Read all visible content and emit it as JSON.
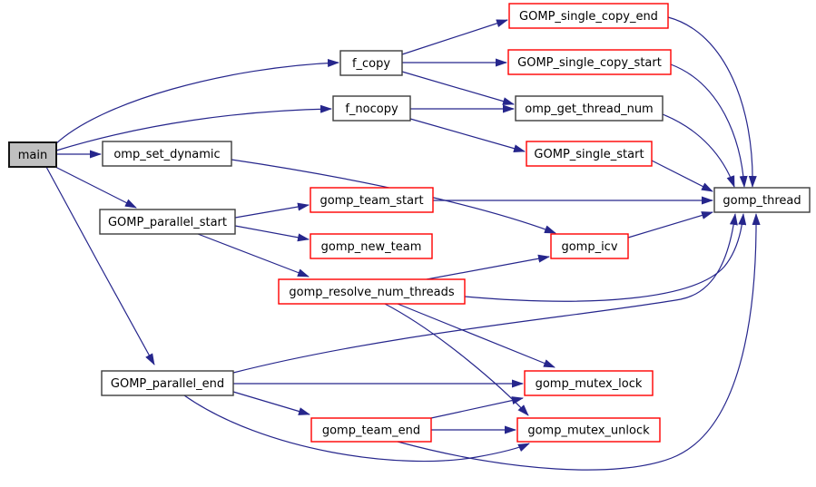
{
  "diagram": {
    "kind": "doxygen-call-graph",
    "colors": {
      "background": "#ffffff",
      "edge": "#26268c",
      "node_border": "#3c3c3c",
      "red_node_border": "#ff0000",
      "node_fill": "#ffffff",
      "main_node_fill": "#c0c0c0",
      "main_node_border": "#151515",
      "text": "#000000"
    },
    "nodes": [
      {
        "id": "main",
        "label": "main",
        "style": "highlight"
      },
      {
        "id": "f_copy",
        "label": "f_copy",
        "style": "normal"
      },
      {
        "id": "f_nocopy",
        "label": "f_nocopy",
        "style": "normal"
      },
      {
        "id": "omp_set_dynamic",
        "label": "omp_set_dynamic",
        "style": "normal"
      },
      {
        "id": "GOMP_parallel_start",
        "label": "GOMP_parallel_start",
        "style": "normal"
      },
      {
        "id": "GOMP_parallel_end",
        "label": "GOMP_parallel_end",
        "style": "normal"
      },
      {
        "id": "GOMP_single_copy_end",
        "label": "GOMP_single_copy_end",
        "style": "red"
      },
      {
        "id": "GOMP_single_copy_start",
        "label": "GOMP_single_copy_start",
        "style": "red"
      },
      {
        "id": "omp_get_thread_num",
        "label": "omp_get_thread_num",
        "style": "normal"
      },
      {
        "id": "GOMP_single_start",
        "label": "GOMP_single_start",
        "style": "red"
      },
      {
        "id": "gomp_team_start",
        "label": "gomp_team_start",
        "style": "red"
      },
      {
        "id": "gomp_new_team",
        "label": "gomp_new_team",
        "style": "red"
      },
      {
        "id": "gomp_resolve_num_threads",
        "label": "gomp_resolve_num_threads",
        "style": "red"
      },
      {
        "id": "gomp_icv",
        "label": "gomp_icv",
        "style": "red"
      },
      {
        "id": "gomp_thread",
        "label": "gomp_thread",
        "style": "normal"
      },
      {
        "id": "gomp_mutex_lock",
        "label": "gomp_mutex_lock",
        "style": "red"
      },
      {
        "id": "gomp_team_end",
        "label": "gomp_team_end",
        "style": "red"
      },
      {
        "id": "gomp_mutex_unlock",
        "label": "gomp_mutex_unlock",
        "style": "red"
      }
    ],
    "edges": [
      {
        "from": "main",
        "to": "f_copy"
      },
      {
        "from": "main",
        "to": "f_nocopy"
      },
      {
        "from": "main",
        "to": "omp_set_dynamic"
      },
      {
        "from": "main",
        "to": "GOMP_parallel_start"
      },
      {
        "from": "main",
        "to": "GOMP_parallel_end"
      },
      {
        "from": "f_copy",
        "to": "GOMP_single_copy_end"
      },
      {
        "from": "f_copy",
        "to": "GOMP_single_copy_start"
      },
      {
        "from": "f_copy",
        "to": "omp_get_thread_num"
      },
      {
        "from": "f_nocopy",
        "to": "omp_get_thread_num"
      },
      {
        "from": "f_nocopy",
        "to": "GOMP_single_start"
      },
      {
        "from": "GOMP_single_copy_end",
        "to": "gomp_thread"
      },
      {
        "from": "GOMP_single_copy_start",
        "to": "gomp_thread"
      },
      {
        "from": "omp_get_thread_num",
        "to": "gomp_thread"
      },
      {
        "from": "GOMP_single_start",
        "to": "gomp_thread"
      },
      {
        "from": "omp_set_dynamic",
        "to": "gomp_icv"
      },
      {
        "from": "GOMP_parallel_start",
        "to": "gomp_team_start"
      },
      {
        "from": "GOMP_parallel_start",
        "to": "gomp_new_team"
      },
      {
        "from": "GOMP_parallel_start",
        "to": "gomp_resolve_num_threads"
      },
      {
        "from": "gomp_team_start",
        "to": "gomp_thread"
      },
      {
        "from": "gomp_icv",
        "to": "gomp_thread"
      },
      {
        "from": "gomp_resolve_num_threads",
        "to": "gomp_icv"
      },
      {
        "from": "gomp_resolve_num_threads",
        "to": "gomp_thread"
      },
      {
        "from": "gomp_resolve_num_threads",
        "to": "gomp_mutex_lock"
      },
      {
        "from": "gomp_resolve_num_threads",
        "to": "gomp_mutex_unlock"
      },
      {
        "from": "GOMP_parallel_end",
        "to": "gomp_thread"
      },
      {
        "from": "GOMP_parallel_end",
        "to": "gomp_mutex_lock"
      },
      {
        "from": "GOMP_parallel_end",
        "to": "gomp_team_end"
      },
      {
        "from": "GOMP_parallel_end",
        "to": "gomp_mutex_unlock"
      },
      {
        "from": "gomp_team_end",
        "to": "gomp_mutex_lock"
      },
      {
        "from": "gomp_team_end",
        "to": "gomp_mutex_unlock"
      },
      {
        "from": "gomp_team_end",
        "to": "gomp_thread"
      }
    ]
  }
}
